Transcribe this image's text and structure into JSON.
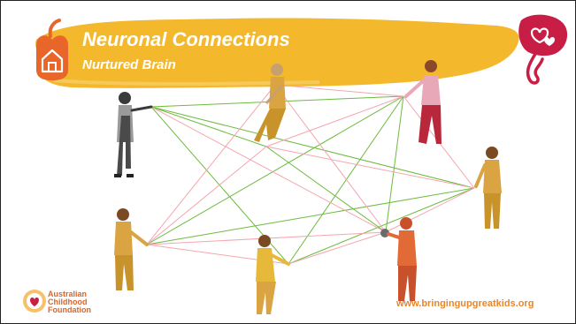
{
  "slide": {
    "title": "Neuronal Connections",
    "subtitle": "Nurtured Brain"
  },
  "logo": {
    "line1": "Australian",
    "line2": "Childhood",
    "line3": "Foundation"
  },
  "footer": {
    "website": "www.bringingupgreatkids.org"
  },
  "colors": {
    "banner": "#f4b82c",
    "home_icon": "#e8662a",
    "heart_badge": "#c81e45",
    "green_connection": "#6dbb3f",
    "pink_connection": "#f4a6ae",
    "website_text": "#e8862b"
  },
  "icons": [
    "home-icon",
    "heart-speech-icon",
    "foundation-logo-icon"
  ]
}
